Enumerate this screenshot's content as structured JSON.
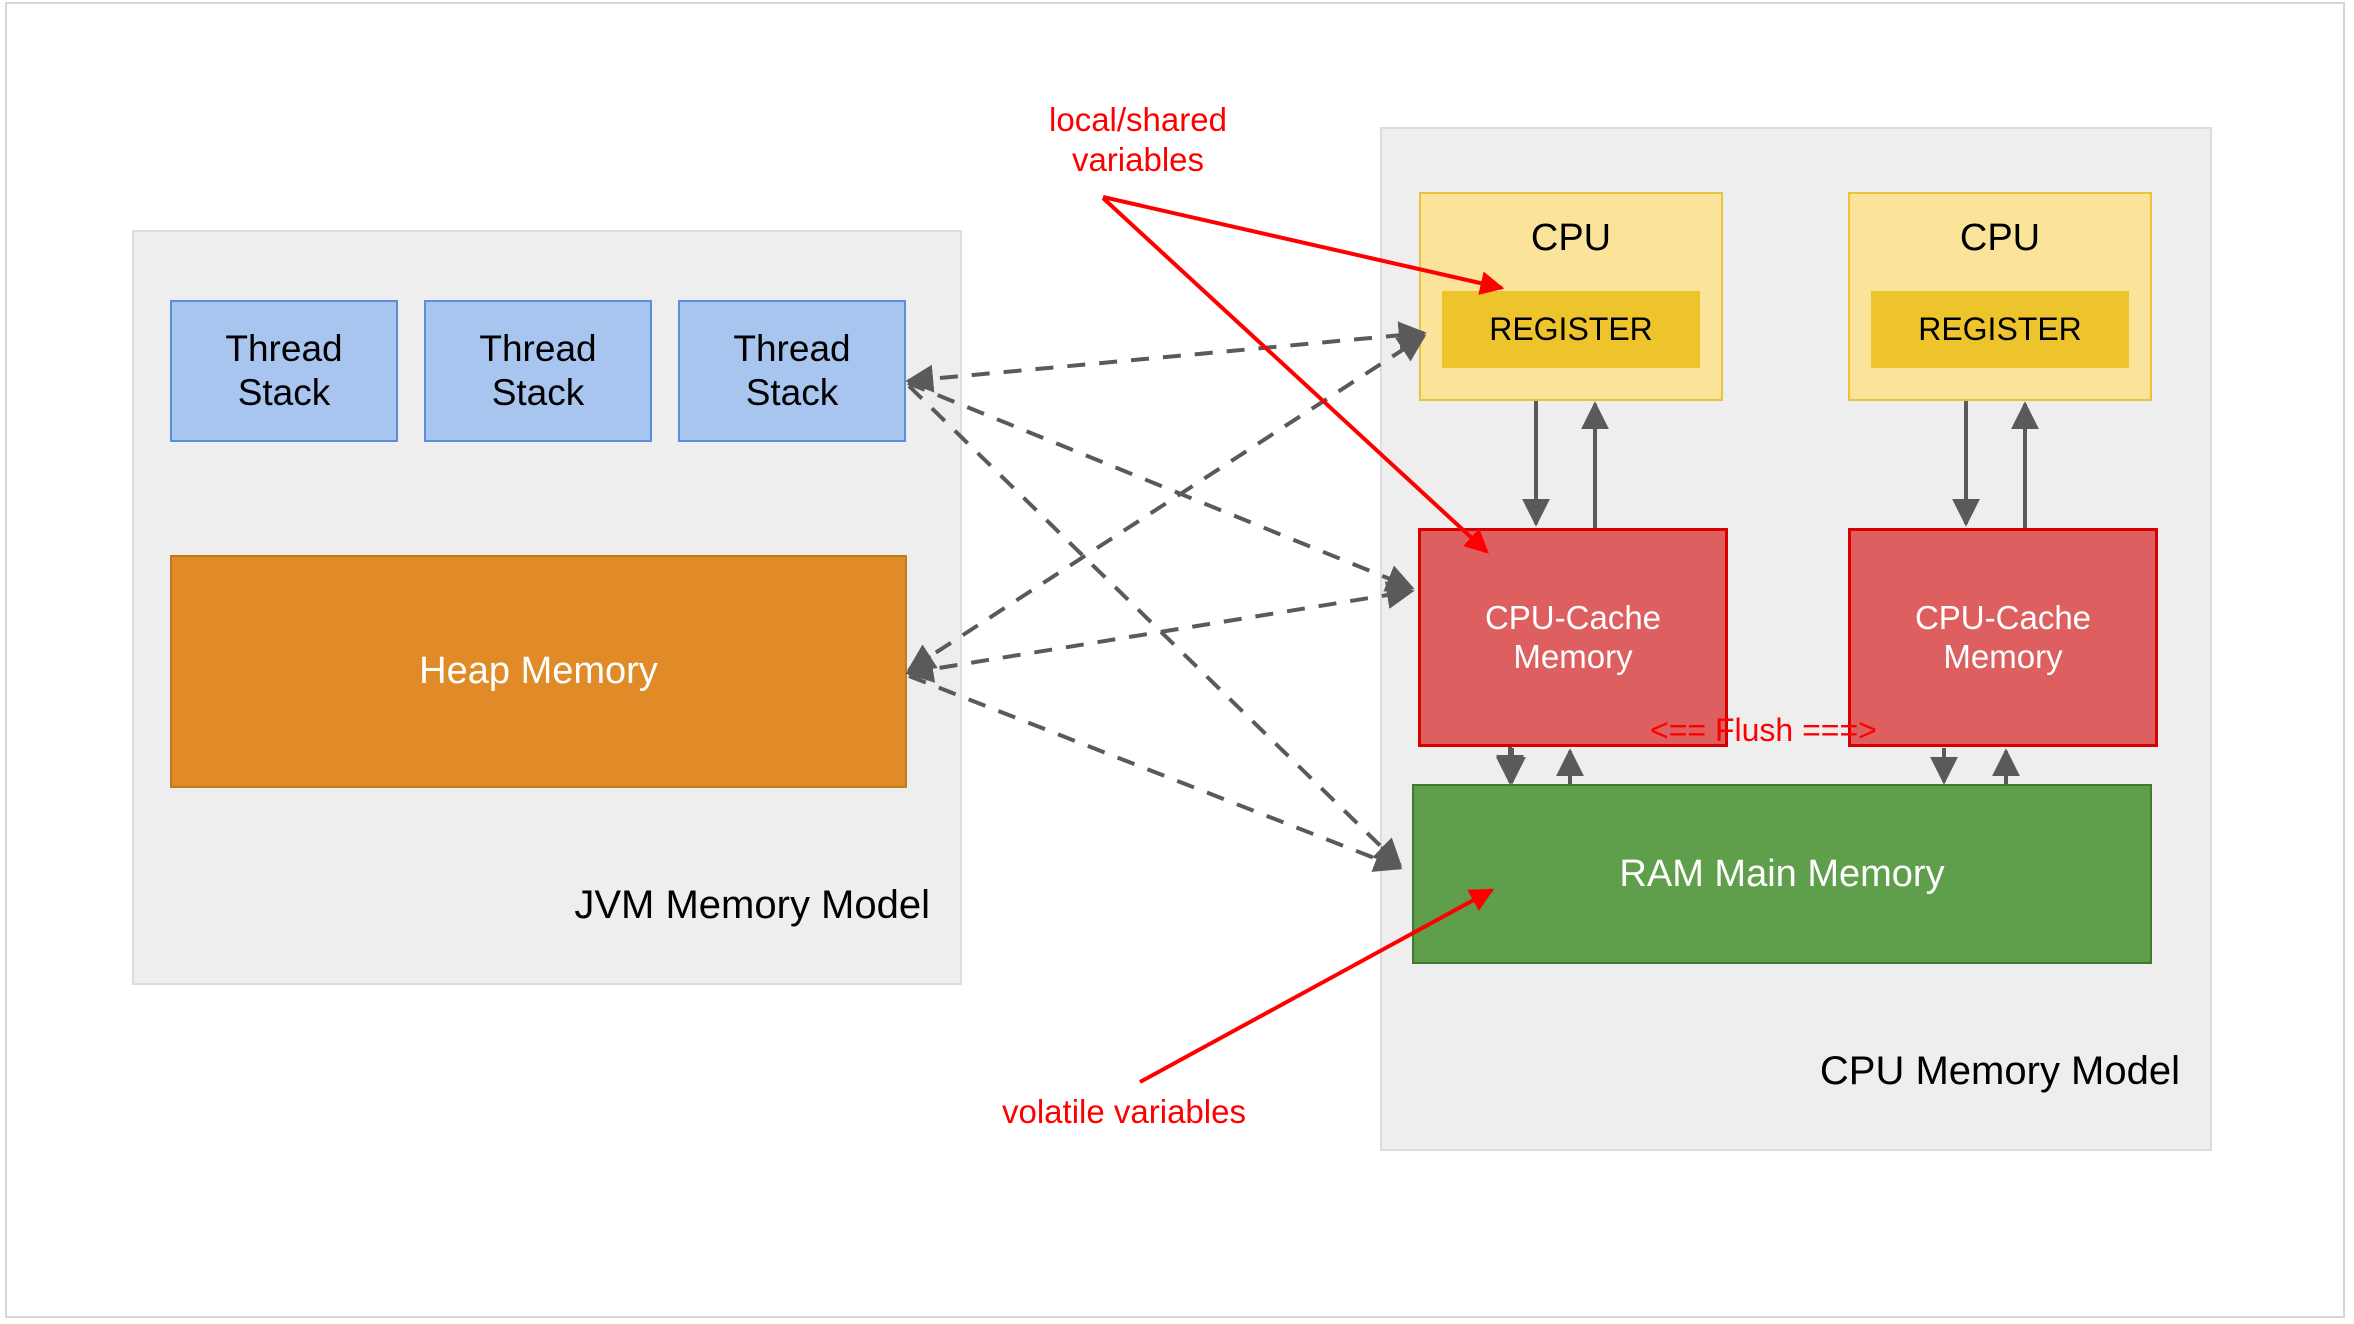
{
  "diagram": {
    "title": "Java Memory Model vs CPU Memory Model",
    "panels": {
      "jvm": {
        "label": "JVM Memory Model"
      },
      "cpu": {
        "label": "CPU Memory Model"
      }
    },
    "jvm_nodes": {
      "thread_stacks": [
        {
          "label": "Thread\nStack"
        },
        {
          "label": "Thread\nStack"
        },
        {
          "label": "Thread\nStack"
        }
      ],
      "heap": {
        "label": "Heap Memory"
      }
    },
    "cpu_nodes": {
      "cpus": [
        {
          "title": "CPU",
          "register": "REGISTER"
        },
        {
          "title": "CPU",
          "register": "REGISTER"
        }
      ],
      "caches": [
        {
          "label": "CPU-Cache\nMemory"
        },
        {
          "label": "CPU-Cache\nMemory"
        }
      ],
      "ram": {
        "label": "RAM Main Memory"
      }
    },
    "annotations": {
      "local_shared": "local/shared\nvariables",
      "volatile": "volatile variables",
      "flush": "<== Flush ===>"
    },
    "colors": {
      "panel_fill": "#eeeeee",
      "panel_border": "#dcdcdc",
      "thread_stack_fill": "#a8c5f0",
      "thread_stack_border": "#5b8dd9",
      "heap_fill": "#e08b28",
      "cpu_fill": "#fbe49a",
      "cpu_border": "#e8c340",
      "register_fill": "#eec42c",
      "cache_fill": "#dd5f5f",
      "cache_border": "#d60000",
      "ram_fill": "#5f9e4a",
      "ram_border": "#3f7a30",
      "annotation_red": "#ff0000",
      "connector_gray": "#5a5a5a"
    }
  }
}
